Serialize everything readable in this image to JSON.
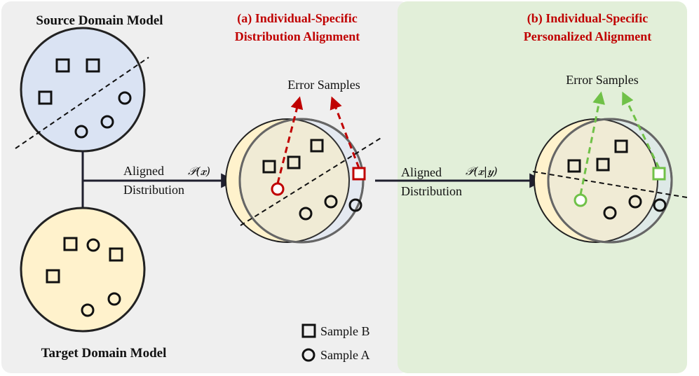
{
  "panel_left": {
    "source_title": "Source Domain Model",
    "target_title": "Target Domain Model",
    "title_a_line1": "(a) Individual-Specific",
    "title_a_line2": "Distribution Alignment",
    "arrow1_label_line1": "Aligned",
    "arrow1_label_line2": "Distribution",
    "arrow1_formula": "𝒫(𝒙)",
    "error_label_a": "Error Samples",
    "legend": {
      "square_label": "Sample B",
      "circle_label": "Sample A"
    }
  },
  "panel_right": {
    "title_b_line1": "(b) Individual-Specific",
    "title_b_line2": "Personalized Alignment",
    "arrow2_label_line1": "Aligned",
    "arrow2_label_line2": "Distribution",
    "arrow2_formula": "𝒫(𝒙|𝒚)",
    "error_label_b": "Error Samples"
  },
  "colors": {
    "left_bg": "#efefef",
    "right_bg": "#e2efd9",
    "source_fill": "#dae3f3",
    "target_fill": "#fff2cc",
    "title_red": "#c00000",
    "error_red": "#c00000",
    "error_green": "#70c148"
  }
}
